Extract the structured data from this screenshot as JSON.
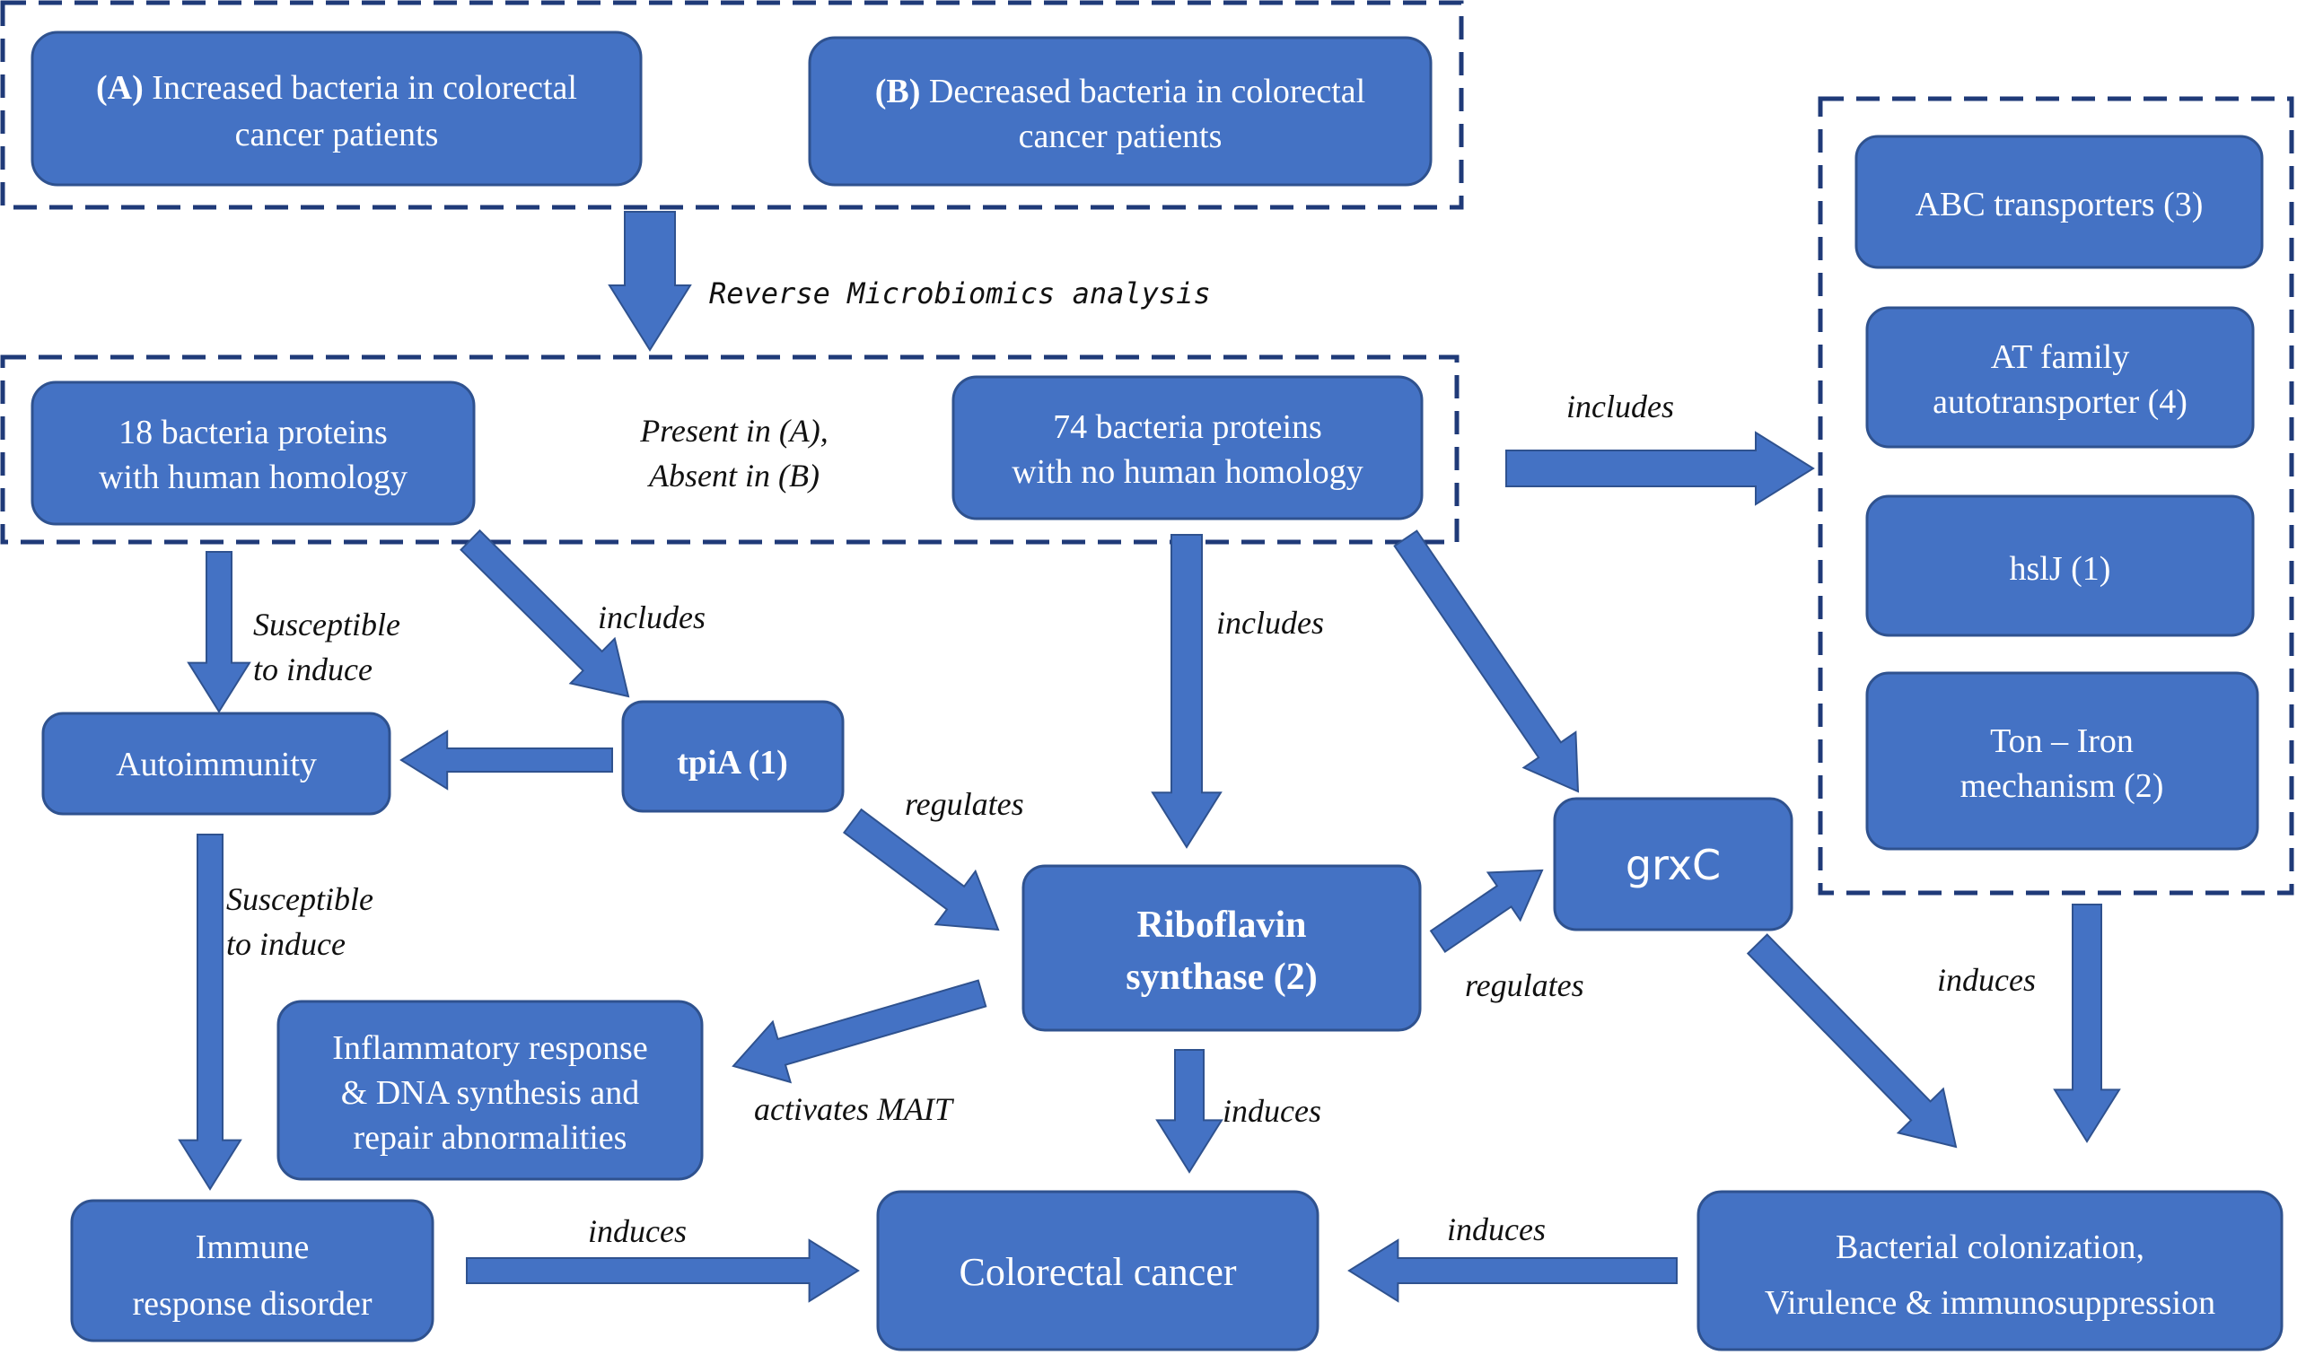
{
  "colors": {
    "box_fill": "#4472C4",
    "box_stroke": "#2F528F",
    "dash": "#1F3A78",
    "label_text": "#111111"
  },
  "nodes": {
    "increased": {
      "prefix": "(A)",
      "line1": "Increased bacteria in colorectal",
      "line2": "cancer patients"
    },
    "decreased": {
      "prefix": "(B)",
      "line1": "Decreased bacteria in colorectal",
      "line2": "cancer patients"
    },
    "human_homology": {
      "line1": "18 bacteria proteins",
      "line2": "with human homology"
    },
    "no_human_homology": {
      "line1": "74 bacteria proteins",
      "line2": "with no human homology"
    },
    "abc": {
      "line1": "ABC transporters (3)"
    },
    "at_family": {
      "line1": "AT family",
      "line2": "autotransporter (4)"
    },
    "hslj": {
      "line1": "hslJ (1)"
    },
    "ton_iron": {
      "line1": "Ton – Iron",
      "line2": "mechanism (2)"
    },
    "autoimmunity": {
      "line1": "Autoimmunity"
    },
    "tpia": {
      "line1": "tpiA (1)"
    },
    "riboflavin": {
      "line1": "Riboflavin",
      "line2": "synthase (2)"
    },
    "grxc": {
      "line1": "grxC"
    },
    "inflammatory": {
      "line1": "Inflammatory response",
      "line2": "& DNA synthesis and",
      "line3": "repair abnormalities"
    },
    "immune_disorder": {
      "line1": "Immune",
      "line2": "response disorder"
    },
    "colorectal": {
      "line1": "Colorectal cancer"
    },
    "colonization": {
      "line1": "Bacterial colonization,",
      "line2": "Virulence & immunosuppression"
    }
  },
  "labels": {
    "reverse": "Reverse Microbiomics analysis",
    "present_line1": "Present in (A),",
    "present_line2": "Absent in (B)",
    "includes_right": "includes",
    "susceptible1_line1": "Susceptible",
    "susceptible1_line2": "to induce",
    "includes_tpia": "includes",
    "includes_ribo": "includes",
    "regulates_ribo": "regulates",
    "susceptible2_line1": "Susceptible",
    "susceptible2_line2": "to induce",
    "regulates_grxc": "regulates",
    "induces_right": "induces",
    "activates_mait": "activates MAIT",
    "induces_ribo": "induces",
    "induces_immune": "induces",
    "induces_colon": "induces"
  }
}
